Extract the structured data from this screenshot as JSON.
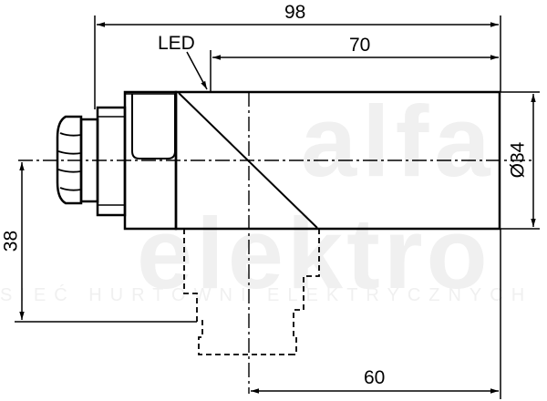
{
  "watermark": {
    "line1": "alfa",
    "line2": "elektro",
    "tagline": "SIEĆ HURTOWNI ELEKTRYCZNYCH",
    "color": "#efefef"
  },
  "labels": {
    "led": "LED",
    "overall_length": "98",
    "body_length": "70",
    "diameter": "Ø34",
    "height": "38",
    "connector_offset": "60"
  },
  "colors": {
    "line": "#000000",
    "background": "#ffffff"
  }
}
